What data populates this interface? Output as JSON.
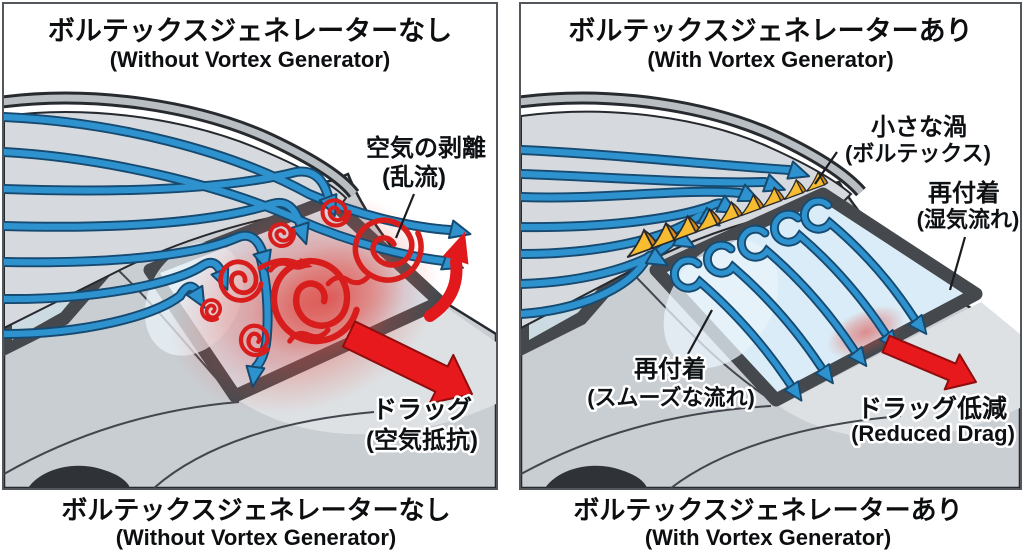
{
  "page": {
    "background": "#ffffff"
  },
  "colors": {
    "airflow_blue": "#2e92cf",
    "airflow_casing": "#174a70",
    "turbulence_red": "#d81d1d",
    "drag_arrow_red": "#e8191c",
    "vortex_generator_yellow": "#f7bc30",
    "car_body_gray": "#c9ced3",
    "roof_gray": "#d6dade",
    "glass_blue": "#d8e6f0",
    "window_frame_gray": "#45494e",
    "panel_border": "#53575c"
  },
  "panels": {
    "left": {
      "title_jp": "ボルテックスジェネレーターなし",
      "title_en": "(Without Vortex Generator)",
      "caption_jp": "ボルテックスジェネレーターなし",
      "caption_en": "(Without Vortex Generator)",
      "labels": {
        "separation_line1": "空気の剥離",
        "separation_line2": "(乱流)",
        "drag_line1": "ドラッグ",
        "drag_line2": "(空気抵抗)"
      }
    },
    "right": {
      "title_jp": "ボルテックスジェネレーターあり",
      "title_en": "(With Vortex Generator)",
      "caption_jp": "ボルテックスジェネレーターあり",
      "caption_en": "(With Vortex Generator)",
      "labels": {
        "vortex_line1": "小さな渦",
        "vortex_line2": "(ボルテックス)",
        "reattach_right_line1": "再付着",
        "reattach_right_line2": "(湿気流れ)",
        "reattach_left_line1": "再付着",
        "reattach_left_line2": "(スムーズな流れ)",
        "drag_line1": "ドラッグ低減",
        "drag_line2": "(Reduced Drag)"
      }
    }
  }
}
